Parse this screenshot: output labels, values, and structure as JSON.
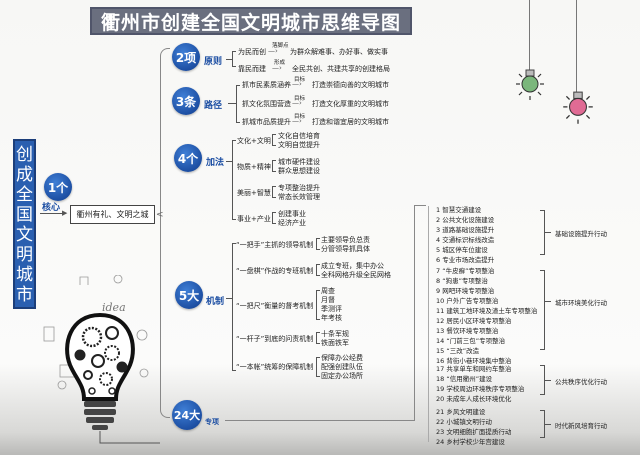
{
  "title": "衢州市创建全国文明城市思维导图",
  "root": {
    "vertical_label": [
      "创",
      "成",
      "全",
      "国",
      "文",
      "明",
      "城",
      "市"
    ]
  },
  "core": {
    "badge": "1个",
    "label": "核心",
    "value": "衢州有礼、文明之城"
  },
  "branches": {
    "principles": {
      "badge": "2项",
      "label": "原则",
      "items": [
        {
          "text": "为民而创",
          "link": "落脚点",
          "result": "为群众解难事、办好事、做实事"
        },
        {
          "text": "靠民而建",
          "link": "形成",
          "result": "全民共创、共建共享的创建格局"
        }
      ]
    },
    "paths": {
      "badge": "3条",
      "label": "路径",
      "items": [
        {
          "text": "抓市民素质涵养",
          "link": "目标",
          "result": "打造崇德向善的文明城市"
        },
        {
          "text": "抓文化氛围营造",
          "link": "目标",
          "result": "打造文化厚重的文明城市"
        },
        {
          "text": "抓城市品质提升",
          "link": "目标",
          "result": "打造和谐宜居的文明城市"
        }
      ]
    },
    "additions": {
      "badge": "4个",
      "label": "加法",
      "items": [
        {
          "text": "文化+文明",
          "subs": [
            "文化自信培育",
            "文明自觉提升"
          ]
        },
        {
          "text": "物质+精神",
          "subs": [
            "城市硬件建设",
            "群众思想建设"
          ]
        },
        {
          "text": "美丽+智慧",
          "subs": [
            "专项整治提升",
            "常态长效管理"
          ]
        },
        {
          "text": "事业+产业",
          "subs": [
            "创建事业",
            "经济产业"
          ]
        }
      ]
    },
    "mechanisms": {
      "badge": "5大",
      "label": "机制",
      "items": [
        {
          "text": "“一把手”主抓的领导机制",
          "subs": [
            "主要领导负总责",
            "分管领导抓具体"
          ]
        },
        {
          "text": "“一盘棋”作战的专班机制",
          "subs": [
            "成立专班，集中办公",
            "全科网格升级全民网格"
          ]
        },
        {
          "text": "“一把尺”衡量的督考机制",
          "subs": [
            "周查",
            "月督",
            "季测评",
            "年考核"
          ]
        },
        {
          "text": "“一杆子”到底的问责机制",
          "subs": [
            "十条军规",
            "铁面铁军"
          ]
        },
        {
          "text": "“一本帐”统筹的保障机制",
          "subs": [
            "保障办公经费",
            "配强创建队伍",
            "固定办公场所"
          ]
        }
      ]
    },
    "projects": {
      "badge": "24大",
      "label": "专项",
      "groups": [
        {
          "name": "基础设施提升行动",
          "items": [
            "1 智慧交通建设",
            "2 公共文化设施建设",
            "3 道路基础设施提升",
            "4 交通标识标线改造",
            "5 城区停车位建设",
            "6 专业市场改造提升"
          ]
        },
        {
          "name": "城市环境美化行动",
          "items": [
            "7 “牛皮癣”专项整治",
            "8 “狗患”专项整治",
            "9 网吧环境专项整治",
            "10 户外广告专项整治",
            "11 建筑工地环境及渣土车专项整治",
            "12 居民小区环境专项整治",
            "13 餐饮环境专项整治",
            "14 “门前三包”专项整治",
            "15 “三改”改造",
            "16 背街小巷环境集中整治"
          ]
        },
        {
          "name": "公共秩序优化行动",
          "items": [
            "17 共享单车和网约车整治",
            "18 “信用衢州”建设",
            "19 学校周边环境秩序专项整治",
            "20 未成年人成长环境优化"
          ]
        },
        {
          "name": "时代新风培育行动",
          "items": [
            "21 乡风文明建设",
            "22 小城镇文明行动",
            "23 文明细胞扩面提质行动",
            "24 乡村学校少年宫建设"
          ]
        }
      ]
    }
  },
  "decor": {
    "bulb_left_color": "#7bb77c",
    "bulb_right_color": "#e06b94",
    "idea_text": "idea"
  },
  "colors": {
    "accent_blue": "#1d4fa3",
    "title_bg": "#6a6f7f"
  }
}
